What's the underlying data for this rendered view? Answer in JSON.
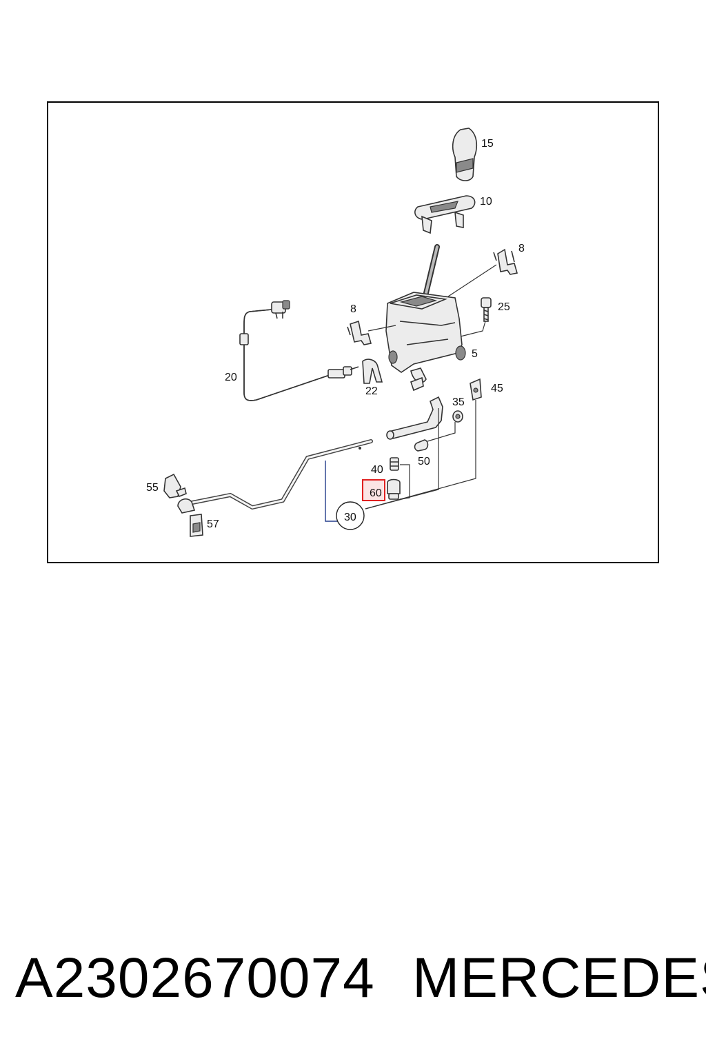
{
  "diagram": {
    "callouts": {
      "c15": "15",
      "c10": "10",
      "c8a": "8",
      "c8b": "8",
      "c25": "25",
      "c5": "5",
      "c20": "20",
      "c22": "22",
      "c45": "45",
      "c35": "35",
      "c50": "50",
      "c40": "40",
      "c60": "60",
      "c30": "30",
      "c55": "55",
      "c57": "57"
    },
    "highlight_color": "#e02020"
  },
  "footer": {
    "part_number": "A2302670074",
    "brand": "MERCEDES"
  }
}
